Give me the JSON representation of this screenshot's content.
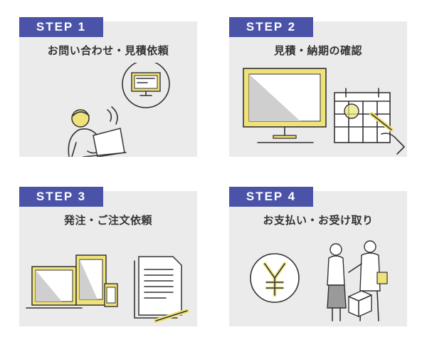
{
  "steps": [
    {
      "badge": "STEP 1",
      "title": "お問い合わせ・見積依頼",
      "icon": "person-laptop-inquiry-icon"
    },
    {
      "badge": "STEP 2",
      "title": "見積・納期の確認",
      "icon": "monitor-calendar-icon"
    },
    {
      "badge": "STEP 3",
      "title": "発注・ご注文依頼",
      "icon": "devices-document-icon"
    },
    {
      "badge": "STEP 4",
      "title": "お支払い・お受け取り",
      "icon": "yen-handover-icon"
    }
  ],
  "colors": {
    "badge_bg": "#4a53a8",
    "card_bg": "#ebebeb",
    "accent_yellow": "#f0e27a"
  }
}
